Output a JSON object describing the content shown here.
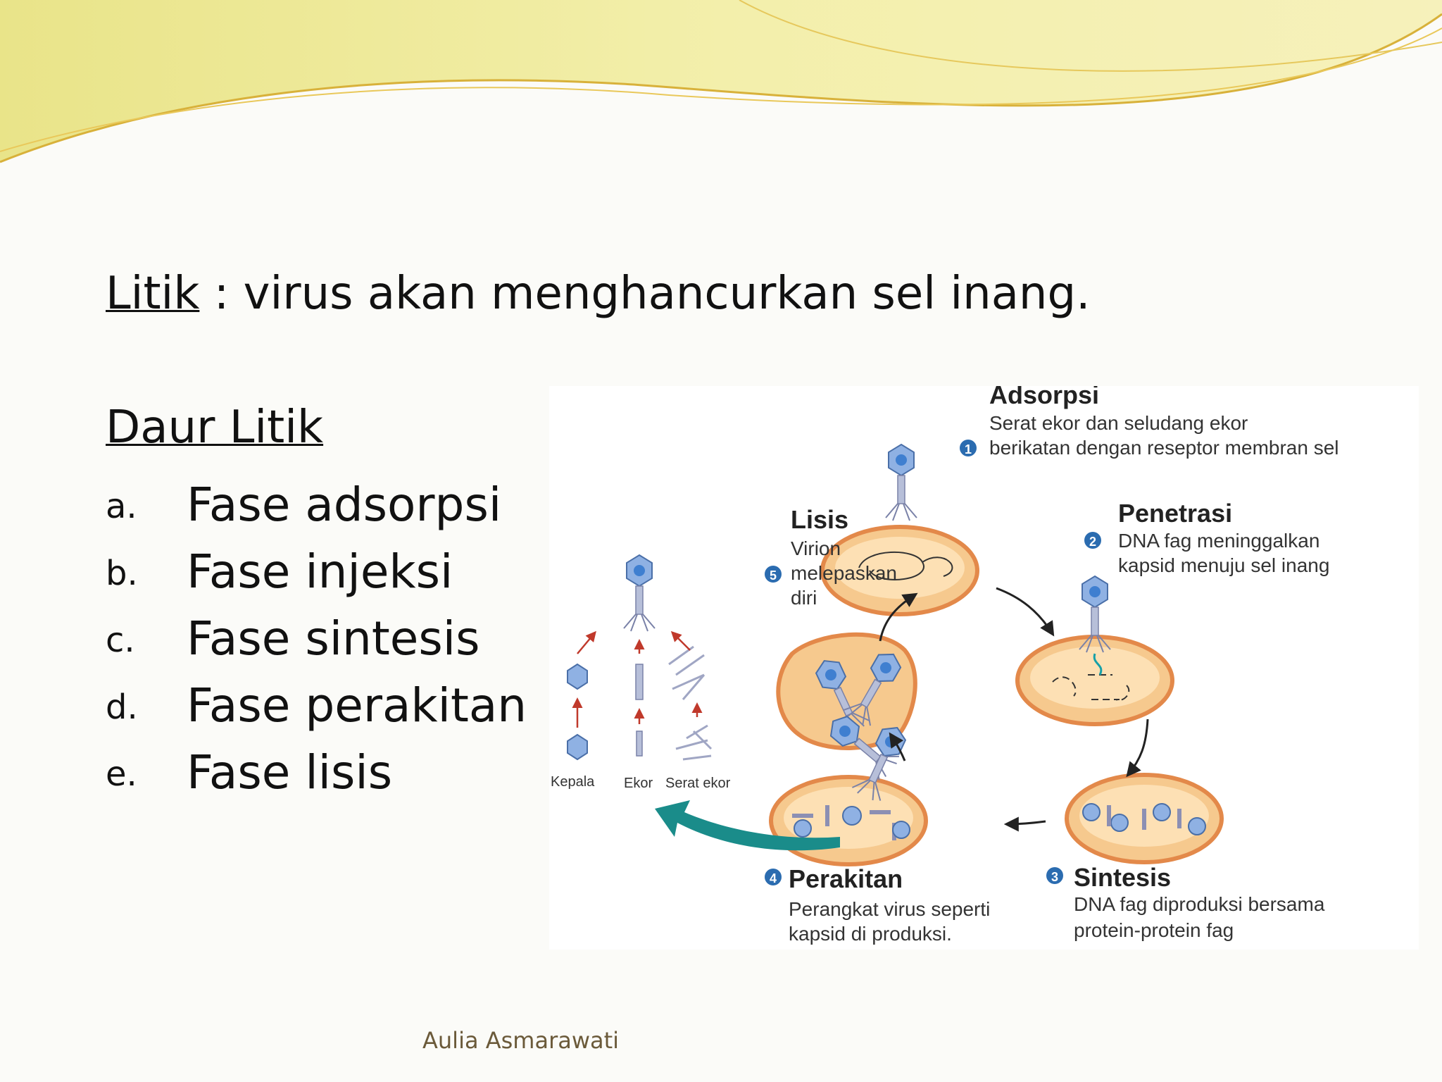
{
  "heading": {
    "term": "Litik",
    "rest": " : virus akan menghancurkan sel inang."
  },
  "list": {
    "title": "Daur Litik",
    "items": [
      {
        "letter": "a.",
        "text": "Fase adsorpsi"
      },
      {
        "letter": "b.",
        "text": "Fase injeksi"
      },
      {
        "letter": "c.",
        "text": "Fase sintesis"
      },
      {
        "letter": "d.",
        "text": "Fase perakitan"
      },
      {
        "letter": "e.",
        "text": "Fase lisis"
      }
    ]
  },
  "diagram": {
    "adsorpsi": {
      "num": "1",
      "title": "Adsorpsi",
      "line1": "Serat ekor dan seludang ekor",
      "line2": "berikatan dengan reseptor membran sel"
    },
    "penetrasi": {
      "num": "2",
      "title": "Penetrasi",
      "line1": "DNA fag meninggalkan",
      "line2": "kapsid menuju sel inang"
    },
    "sintesis": {
      "num": "3",
      "title": "Sintesis",
      "line1": "DNA fag diproduksi bersama",
      "line2": "protein-protein fag"
    },
    "perakitan": {
      "num": "4",
      "title": "Perakitan",
      "line1": "Perangkat virus seperti",
      "line2": "kapsid di produksi."
    },
    "lisis": {
      "num": "5",
      "title": "Lisis",
      "line1": "Virion",
      "line2": "melepaskan",
      "line3": "diri"
    },
    "parts": {
      "kepala": "Kepala",
      "ekor": "Ekor",
      "serat": "Serat ekor"
    }
  },
  "footer": "Aulia Asmarawati",
  "colors": {
    "cell_fill": "#f6c98e",
    "cell_border": "#e3894a",
    "arrow_teal": "#1a8c8a",
    "phage": "#6b8fc9",
    "banner_yellow": "#f1ed9f"
  }
}
